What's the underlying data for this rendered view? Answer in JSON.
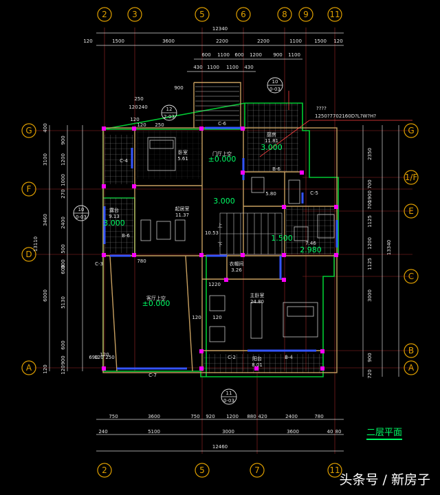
{
  "title": "二层平面",
  "watermark": "头条号 / 新房子",
  "colors": {
    "background": "#000000",
    "axis_bubble": "#e0a000",
    "dim_line": "#d8d8d8",
    "wall": "#c8a060",
    "outline_green": "#00cc33",
    "text_cyan": "#00e0e0",
    "text_green": "#00ff66",
    "window_blue": "#3355ff",
    "column_magenta": "#ff00ff",
    "grid_red": "#b03030"
  },
  "axes_top": [
    "2",
    "3",
    "5",
    "6",
    "8",
    "9",
    "11"
  ],
  "axes_bottom": [
    "2",
    "5",
    "7",
    "11"
  ],
  "axes_left": [
    "G",
    "F",
    "D",
    "A"
  ],
  "axes_right": [
    "G",
    "1/F",
    "E",
    "C",
    "B",
    "A"
  ],
  "dims": {
    "top_total": "12340",
    "top_row1": [
      "120",
      "1500",
      "3600",
      "2200",
      "2200",
      "1100",
      "1500",
      "120"
    ],
    "top_row2": [
      "600",
      "1100",
      "600",
      "1200",
      "900",
      "1100"
    ],
    "top_row3": [
      "430",
      "1100",
      "1100",
      "430"
    ],
    "bottom_row1": [
      "750",
      "3600",
      "750",
      "920",
      "1200",
      "880",
      "420",
      "2400",
      "780"
    ],
    "bottom_row2": [
      "240",
      "5100",
      "3000",
      "3600",
      "40",
      "80"
    ],
    "bottom_total": "12460",
    "left_outer": [
      "400",
      "3100",
      "3460",
      "6000",
      "120"
    ],
    "left_total": "13110",
    "left_inner": [
      "900",
      "1200",
      "1000",
      "270",
      "2400",
      "500",
      "300",
      "600",
      "5130",
      "600",
      "900",
      "120"
    ],
    "right_inner": [
      "2350",
      "700",
      "1900",
      "700",
      "1125",
      "1200",
      "1125",
      "3000",
      "900",
      "720"
    ],
    "right_total": "13340",
    "misc": [
      "900",
      "250",
      "120",
      "240",
      "120",
      "120",
      "250",
      "780",
      "1220",
      "120",
      "120",
      "120",
      "690",
      "120",
      "250"
    ]
  },
  "rooms": [
    {
      "name": "卧室",
      "area": "5.61"
    },
    {
      "name": "门厅上空",
      "elev": "±0.000"
    },
    {
      "name": "厨房",
      "area": "11.81",
      "elev": "3.000"
    },
    {
      "name": "",
      "area": "5.80"
    },
    {
      "name": "露台",
      "area": "9.13",
      "elev": "3.000"
    },
    {
      "name": "起居室",
      "area": "11.37"
    },
    {
      "name": "",
      "area": "10.53"
    },
    {
      "name": "",
      "elev": "1.500"
    },
    {
      "name": "",
      "area": "7.46",
      "elev": "2.980"
    },
    {
      "name": "衣帽间",
      "area": "3.26"
    },
    {
      "name": "客厅上空",
      "elev": "±0.000"
    },
    {
      "name": "主卧室",
      "area": "24.80"
    },
    {
      "name": "阳台",
      "area": "8.01"
    }
  ],
  "floor_elev": "3.000",
  "stair_marks": [
    "上",
    "下"
  ],
  "sections": [
    {
      "num": "10",
      "ref": "0-03"
    },
    {
      "num": "12",
      "ref": "2-03"
    },
    {
      "num": "10",
      "ref": "0-03"
    },
    {
      "num": "11",
      "ref": "0-03"
    }
  ],
  "window_tags": [
    "C-6",
    "C-4",
    "C-5",
    "B-6",
    "B-6",
    "C-3",
    "C-2",
    "B-4",
    "C-7"
  ],
  "note_text": "1250?7702160D?L?W?H?",
  "note_q": "????"
}
